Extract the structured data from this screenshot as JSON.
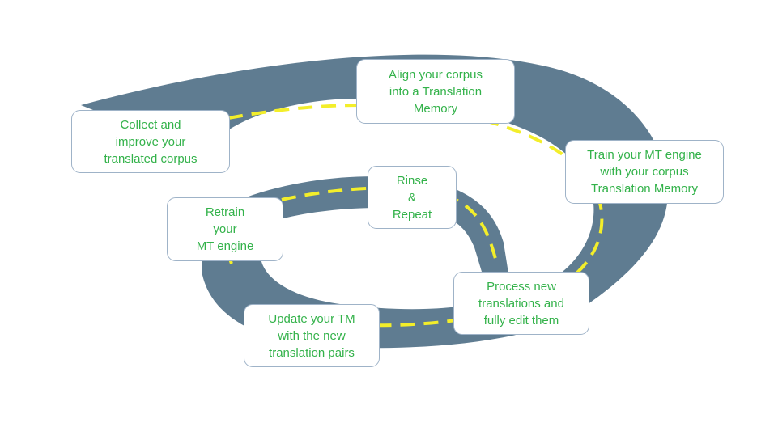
{
  "diagram": {
    "colors": {
      "road": "#5f7c91",
      "lane_marking": "#f3ee2a",
      "box_border": "#9fb3c8",
      "box_text": "#33b24a",
      "background": "#ffffff"
    },
    "steps": [
      {
        "id": "collect",
        "lines": [
          "Collect and",
          "improve your",
          "translated corpus"
        ]
      },
      {
        "id": "align",
        "lines": [
          "Align your corpus",
          "into a Translation",
          "Memory"
        ]
      },
      {
        "id": "train",
        "lines": [
          "Train your MT engine",
          "with your corpus",
          "Translation Memory"
        ]
      },
      {
        "id": "rinse",
        "lines": [
          "Rinse",
          "&",
          "Repeat"
        ]
      },
      {
        "id": "retrain",
        "lines": [
          "Retrain",
          "your",
          "MT engine"
        ]
      },
      {
        "id": "process",
        "lines": [
          "Process new",
          "translations and",
          "fully edit them"
        ]
      },
      {
        "id": "update",
        "lines": [
          "Update your TM",
          "with the new",
          "translation pairs"
        ]
      }
    ]
  }
}
